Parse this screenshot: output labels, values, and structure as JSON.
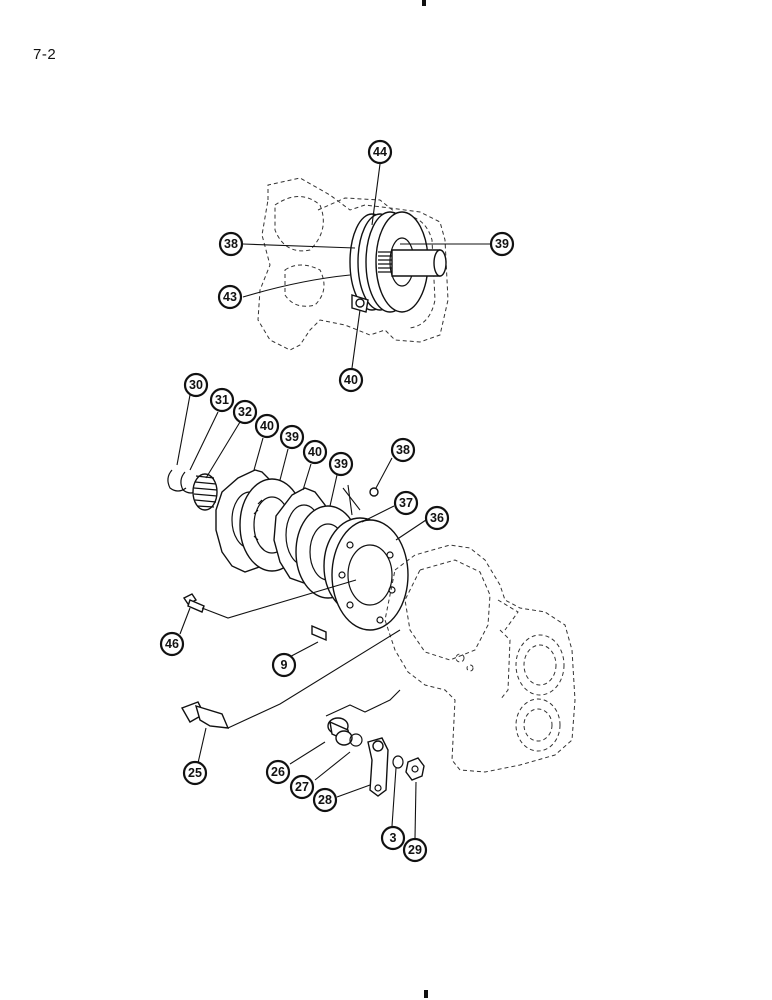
{
  "page": {
    "number": "7-2"
  },
  "callouts": [
    {
      "id": "44",
      "label": "44"
    },
    {
      "id": "38a",
      "label": "38"
    },
    {
      "id": "39a",
      "label": "39"
    },
    {
      "id": "43",
      "label": "43"
    },
    {
      "id": "40a",
      "label": "40"
    },
    {
      "id": "30",
      "label": "30"
    },
    {
      "id": "31",
      "label": "31"
    },
    {
      "id": "32",
      "label": "32"
    },
    {
      "id": "40b",
      "label": "40"
    },
    {
      "id": "39b",
      "label": "39"
    },
    {
      "id": "40c",
      "label": "40"
    },
    {
      "id": "39c",
      "label": "39"
    },
    {
      "id": "38b",
      "label": "38"
    },
    {
      "id": "37",
      "label": "37"
    },
    {
      "id": "36",
      "label": "36"
    },
    {
      "id": "46",
      "label": "46"
    },
    {
      "id": "9",
      "label": "9"
    },
    {
      "id": "25",
      "label": "25"
    },
    {
      "id": "26",
      "label": "26"
    },
    {
      "id": "27",
      "label": "27"
    },
    {
      "id": "28",
      "label": "28"
    },
    {
      "id": "3",
      "label": "3"
    },
    {
      "id": "29",
      "label": "29"
    }
  ]
}
